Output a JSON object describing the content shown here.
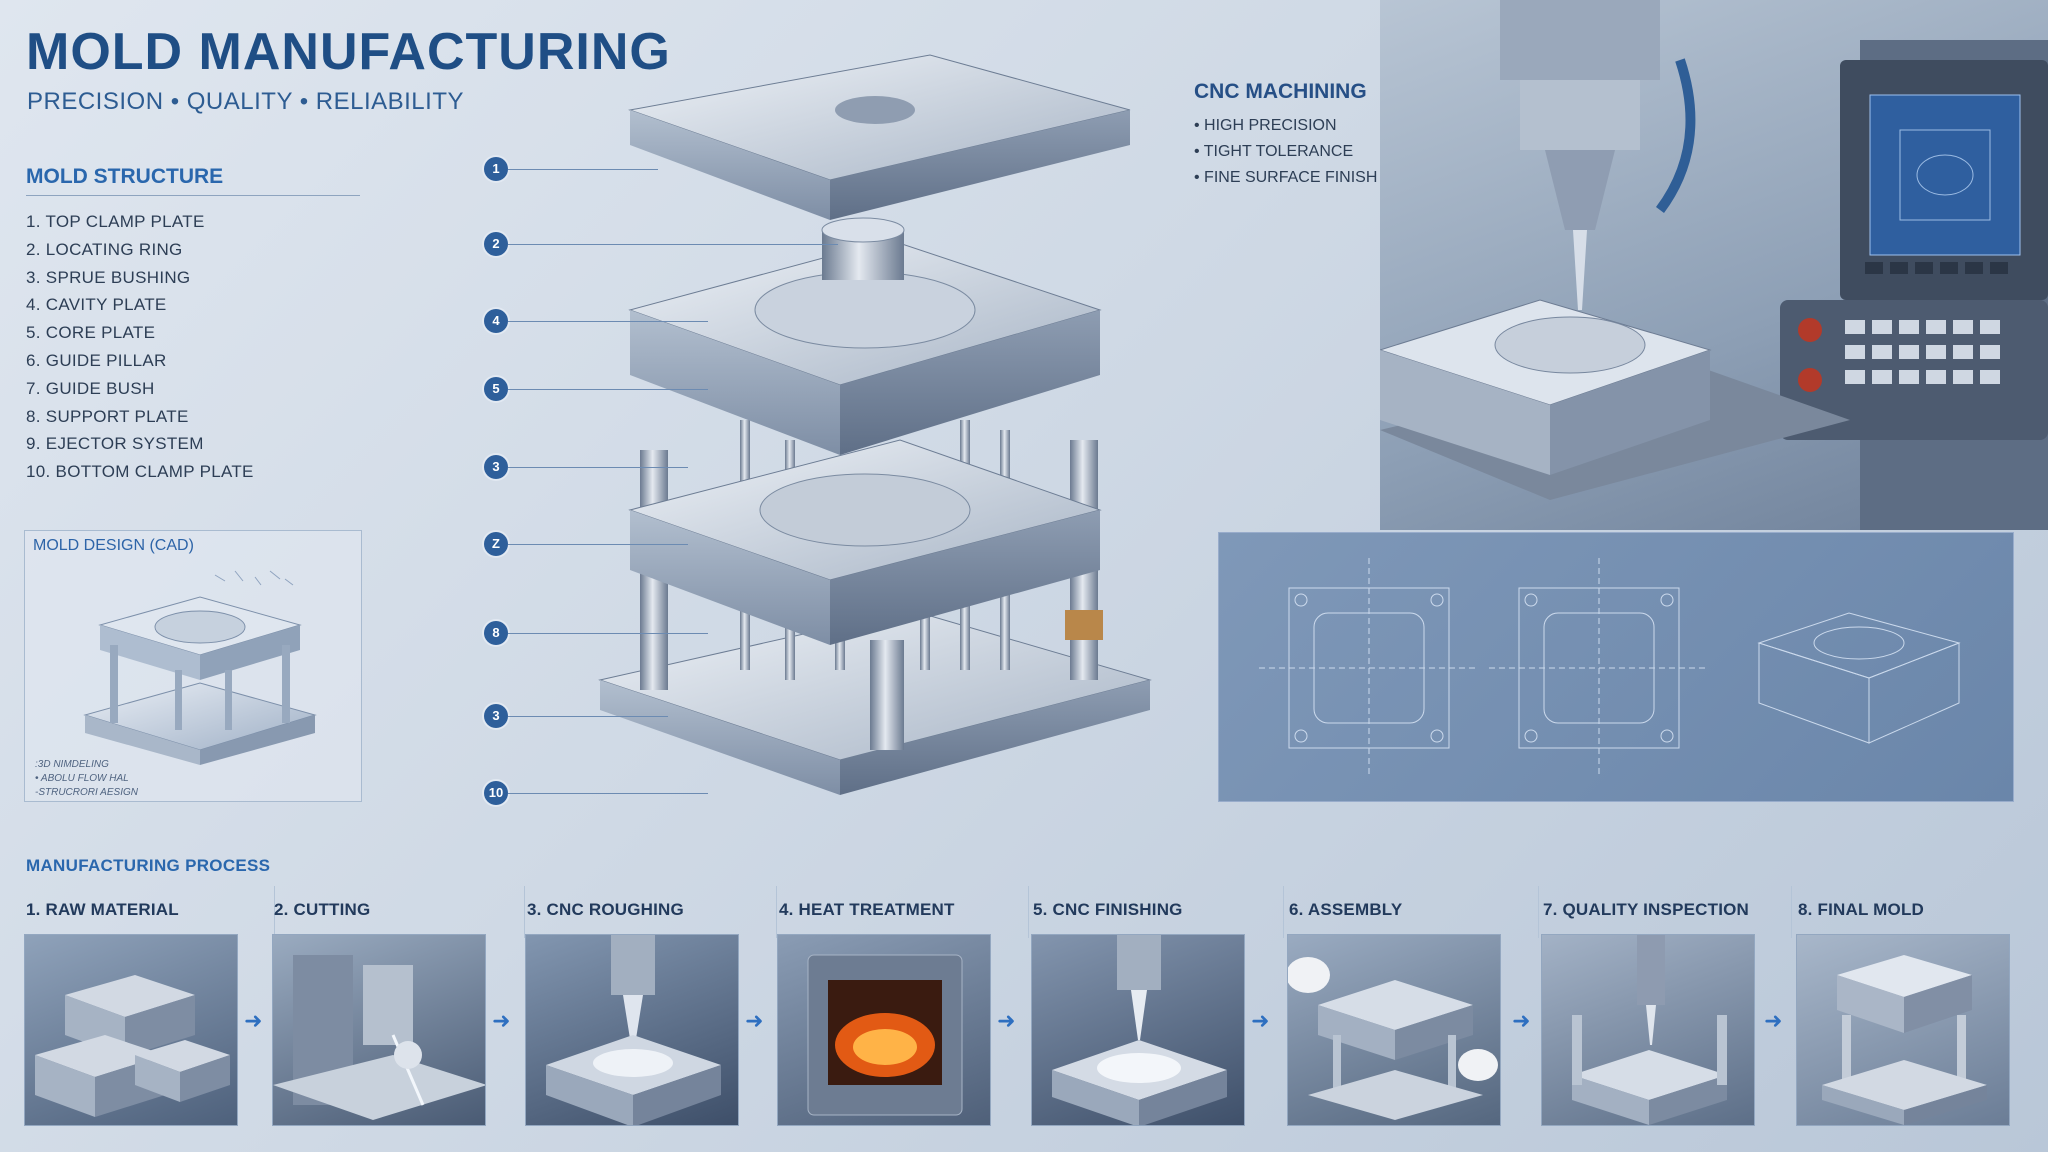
{
  "header": {
    "title": "MOLD MANUFACTURING",
    "tagline": "PRECISION • QUALITY • RELIABILITY"
  },
  "structure": {
    "heading": "MOLD STRUCTURE",
    "items": [
      "1. TOP CLAMP PLATE",
      "2. LOCATING RING",
      "3. SPRUE BUSHING",
      "4. CAVITY PLATE",
      "5. CORE PLATE",
      "6. GUIDE PILLAR",
      "7. GUIDE BUSH",
      "8. SUPPORT PLATE",
      "9. EJECTOR SYSTEM",
      "10. BOTTOM CLAMP PLATE"
    ]
  },
  "cad": {
    "title": "MOLD DESIGN (CAD)",
    "notes": [
      ":3D NIMDELING",
      "• ABOLU FLOW HAL",
      "-STRUCRORI AESIGN"
    ]
  },
  "callouts": [
    "1",
    "2",
    "4",
    "5",
    "3",
    "Z",
    "8",
    "3",
    "10"
  ],
  "cnc": {
    "title": "CNC MACHINING",
    "items": [
      "• HIGH PRECISION",
      "• TIGHT TOLERANCE",
      "• FINE SURFACE FINISH"
    ]
  },
  "process": {
    "heading": "MANUFACTURING PROCESS",
    "steps": [
      "1. RAW MATERIAL",
      "2. CUTTING",
      "3. CNC ROUGHING",
      "4. HEAT TREATMENT",
      "5. CNC FINISHING",
      "6. ASSEMBLY",
      "7. QUALITY INSPECTION",
      "8. FINAL MOLD"
    ],
    "arrow_icon": "arrow-right-icon"
  },
  "colors": {
    "accent": "#1f4e85",
    "link_blue": "#2a67ad",
    "callout": "#2e5f9b"
  }
}
